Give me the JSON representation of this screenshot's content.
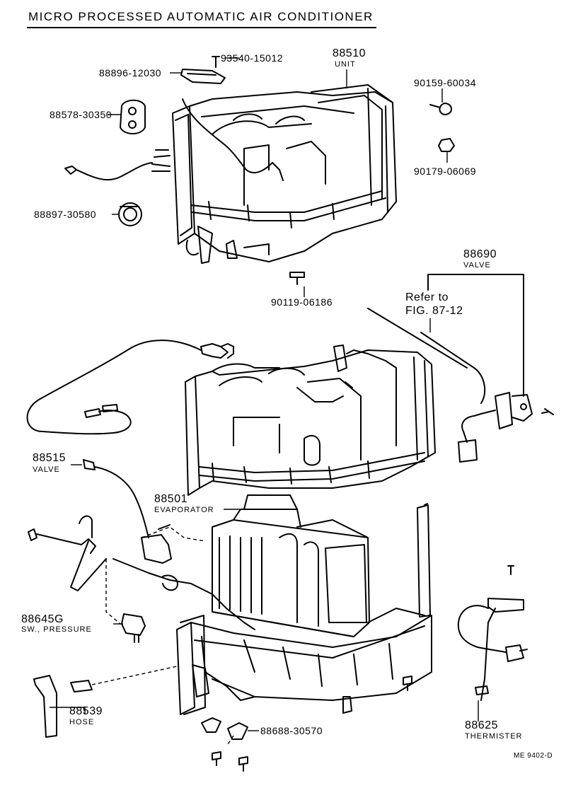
{
  "title": "MICRO PROCESSED AUTOMATIC AIR CONDITIONER",
  "parts": {
    "p93540": "93540-15012",
    "p88510": "88510",
    "p88510_desc": "UNIT",
    "p88896": "88896-12030",
    "p88578": "88578-30350",
    "p90159": "90159-60034",
    "p90179": "90179-06069",
    "p88897": "88897-30580",
    "p90119": "90119-06186",
    "p88690": "88690",
    "p88690_desc": "VALVE",
    "refer_line1": "Refer to",
    "refer_line2": "FIG. 87-12",
    "p88515": "88515",
    "p88515_desc": "VALVE",
    "p88501": "88501",
    "p88501_desc": "EVAPORATOR",
    "p88645": "88645G",
    "p88645_desc": "SW., PRESSURE",
    "p88539": "88539",
    "p88539_desc": "HOSE",
    "p88688": "88688-30570",
    "p88625": "88625",
    "p88625_desc": "THERMISTER"
  },
  "figure_code": "ME 9402-D"
}
